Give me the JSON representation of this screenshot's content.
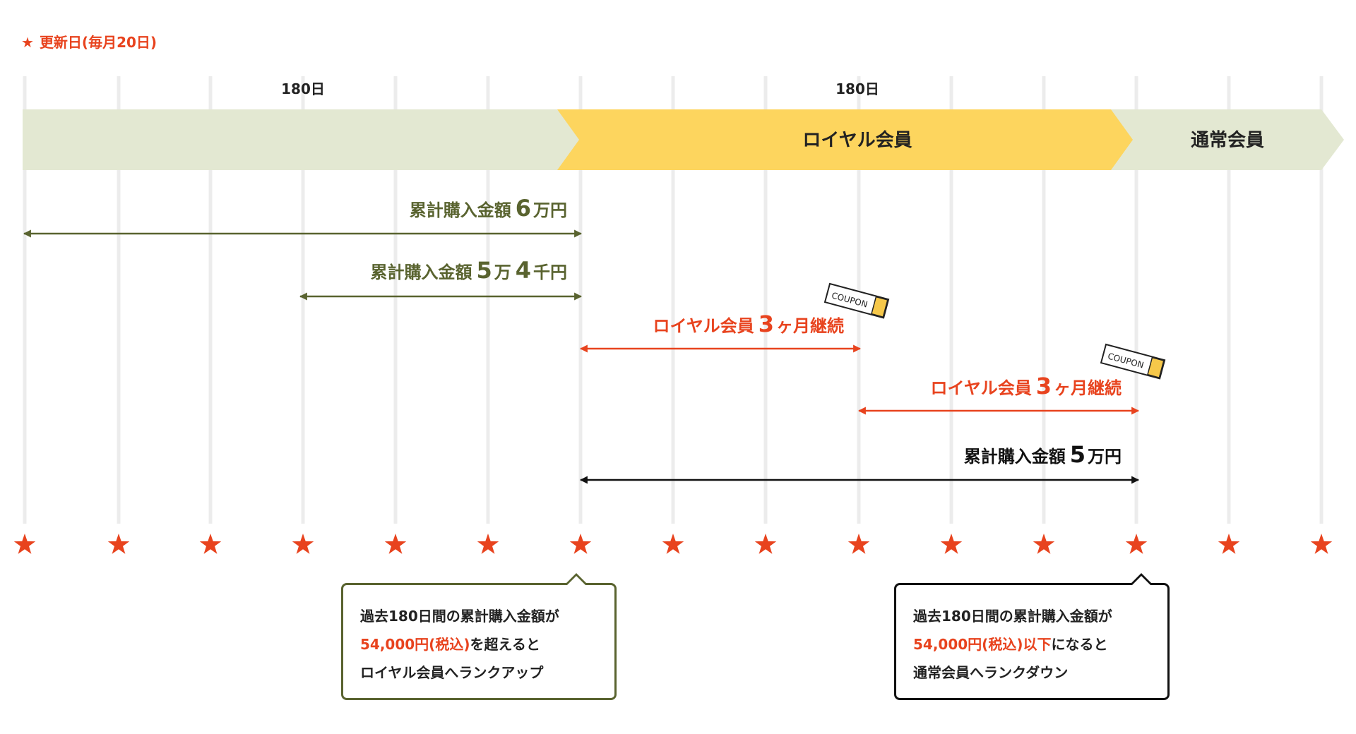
{
  "legend": {
    "star": "★",
    "label": "更新日(毎月20日)"
  },
  "periods": [
    {
      "label": "180日"
    },
    {
      "label": "180日"
    }
  ],
  "status_band": {
    "royal": "ロイヤル会員",
    "normal": "通常会員"
  },
  "spans": [
    {
      "prefix": "累計購入金額",
      "parts": [
        "6",
        "万円"
      ]
    },
    {
      "prefix": "累計購入金額",
      "parts": [
        "5",
        "万",
        "4",
        "千円"
      ]
    },
    {
      "prefix": "ロイヤル会員",
      "parts": [
        "3",
        "ヶ月継続"
      ]
    },
    {
      "prefix": "ロイヤル会員",
      "parts": [
        "3",
        "ヶ月継続"
      ]
    },
    {
      "prefix": "累計購入金額",
      "parts": [
        "5",
        "万円"
      ]
    }
  ],
  "coupons": [
    {
      "label": "COUPON"
    },
    {
      "label": "COUPON"
    }
  ],
  "callouts": {
    "rank_up": {
      "line1": "過去180日間の累計購入金額が",
      "line2_highlight": "54,000円(税込)",
      "line2_rest": "を超えると",
      "line3": "ロイヤル会員へランクアップ"
    },
    "rank_down": {
      "line1": "過去180日間の累計購入金額が",
      "line2_highlight": "54,000円(税込)以下",
      "line2_rest": "になると",
      "line3": "通常会員へランクダウン"
    }
  },
  "colors": {
    "accent_red": "#e8431e",
    "olive": "#59632f",
    "band_light": "#e3e8d2",
    "band_gold": "#fdd55e",
    "gridline": "#ececec",
    "coupon_gold": "#f6c84a"
  }
}
